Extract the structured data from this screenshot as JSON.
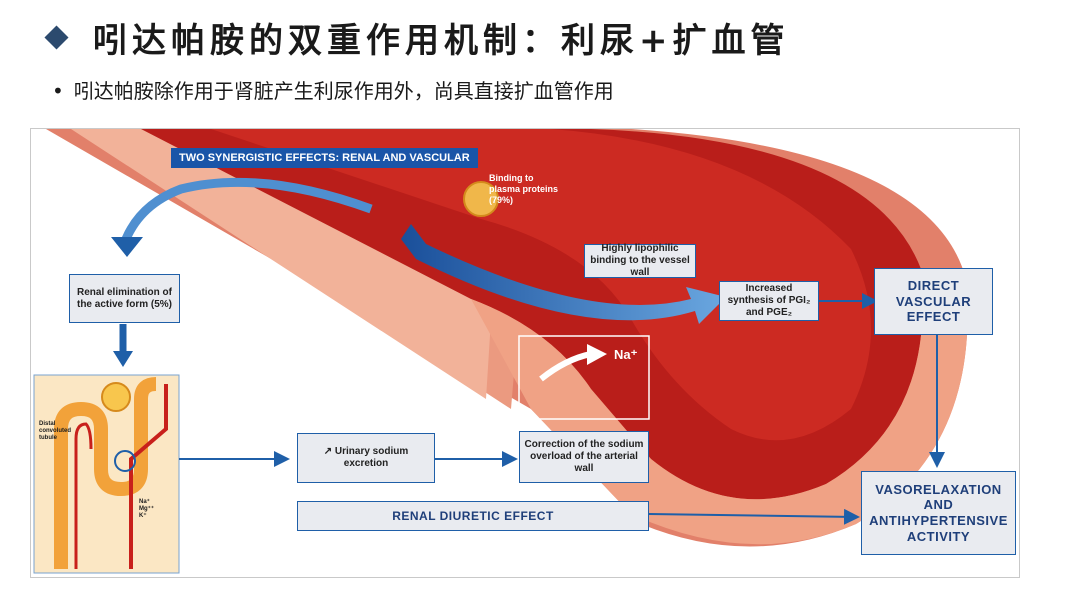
{
  "slide": {
    "title": "吲达帕胺的双重作用机制：利尿+扩血管",
    "bullet": "吲达帕胺除作用于肾脏产生利尿作用外，尚具直接扩血管作用"
  },
  "diagram": {
    "banner": "TWO SYNERGISTIC EFFECTS: RENAL AND VASCULAR",
    "binding_label": "Binding to plasma proteins (79%)",
    "lipophilic_label": "Highly lipophilic binding to the vessel wall",
    "synthesis_label": "Increased synthesis of PGI₂ and PGE₂",
    "renal_elim_label": "Renal elimination of the active form (5%)",
    "urinary_label": "↗ Urinary sodium excretion",
    "correction_label": "Correction of the sodium overload of the arterial wall",
    "renal_diuretic_label": "RENAL DIURETIC EFFECT",
    "direct_vascular_label": "DIRECT VASCULAR EFFECT",
    "vasorelax_label": "VASORELAXATION AND ANTIHYPERTENSIVE ACTIVITY",
    "na_label": "Na⁺",
    "kidney_tubule_label": "Distal convoluted tubule",
    "kidney_ions": "Na⁺ Mg⁺⁺ K⁺",
    "colors": {
      "blue_arrow": "#1f5fa8",
      "vessel_red": "#c8201b",
      "box_fill": "#e9ebf0"
    }
  }
}
